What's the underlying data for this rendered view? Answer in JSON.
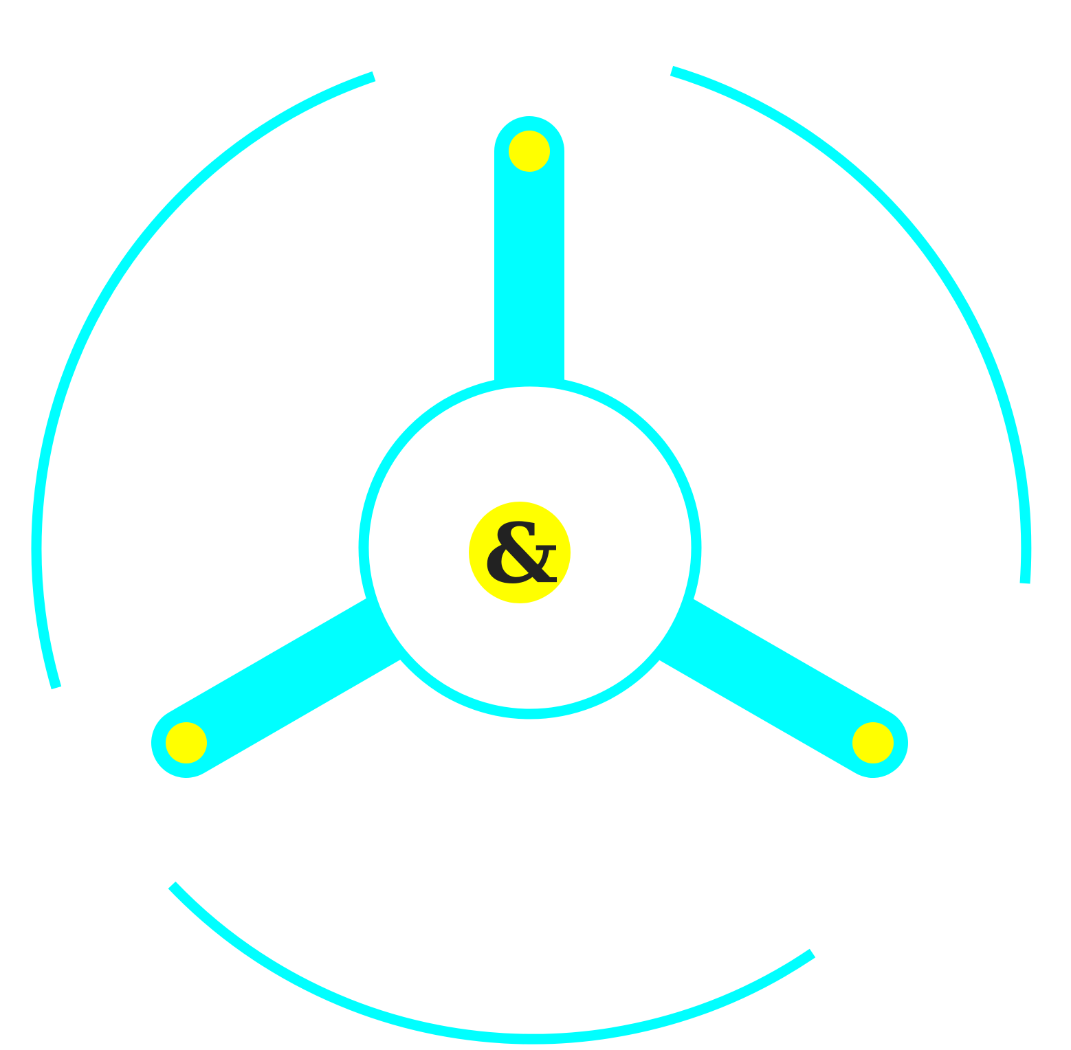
{
  "emblem": {
    "center_glyph": "&",
    "colors": {
      "background": "#ffffff",
      "accent": "#00ffff",
      "node": "#ffff00",
      "glyph": "#222222"
    },
    "spokes": [
      {
        "name": "top"
      },
      {
        "name": "lower-left"
      },
      {
        "name": "lower-right"
      }
    ],
    "arcs": [
      {
        "name": "upper-left"
      },
      {
        "name": "upper-right"
      },
      {
        "name": "bottom"
      }
    ]
  }
}
